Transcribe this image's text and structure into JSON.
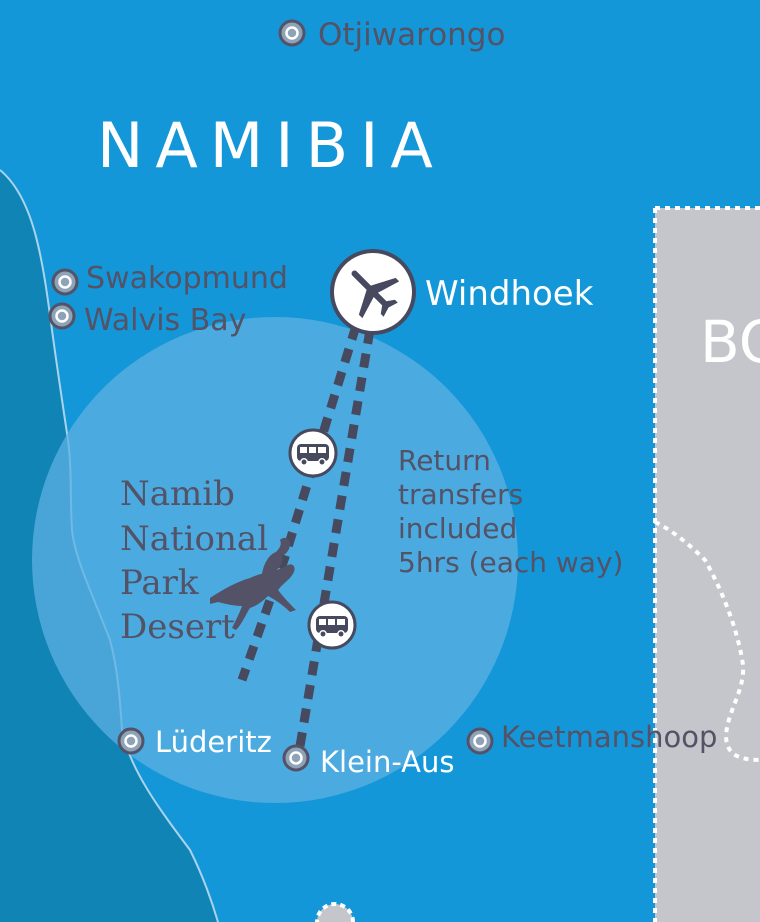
{
  "map": {
    "country_label": "NAMIBIA",
    "neighbour_label": "BO",
    "hub": {
      "name": "Windhoek",
      "icon": "airplane-icon"
    },
    "places": [
      {
        "name": "Otjiwarongo"
      },
      {
        "name": "Swakopmund"
      },
      {
        "name": "Walvis Bay"
      },
      {
        "name": "Lüderitz"
      },
      {
        "name": "Klein-Aus"
      },
      {
        "name": "Keetmanshoop"
      }
    ],
    "region": {
      "lines": [
        "Namib",
        "National",
        "Park",
        "Desert"
      ],
      "icon": "horse-rider-icon"
    },
    "transfer_note": {
      "lines": [
        "Return",
        "transfers",
        "included",
        "5hrs (each way)"
      ],
      "icon": "bus-icon"
    },
    "colors": {
      "sea": "#0f84b5",
      "land": "#1497d8",
      "highlight": "#4aa6df",
      "neighbour": "#c4c6cb",
      "label_dark": "#535266",
      "route": "#47495f",
      "label_light": "#ffffff"
    }
  }
}
